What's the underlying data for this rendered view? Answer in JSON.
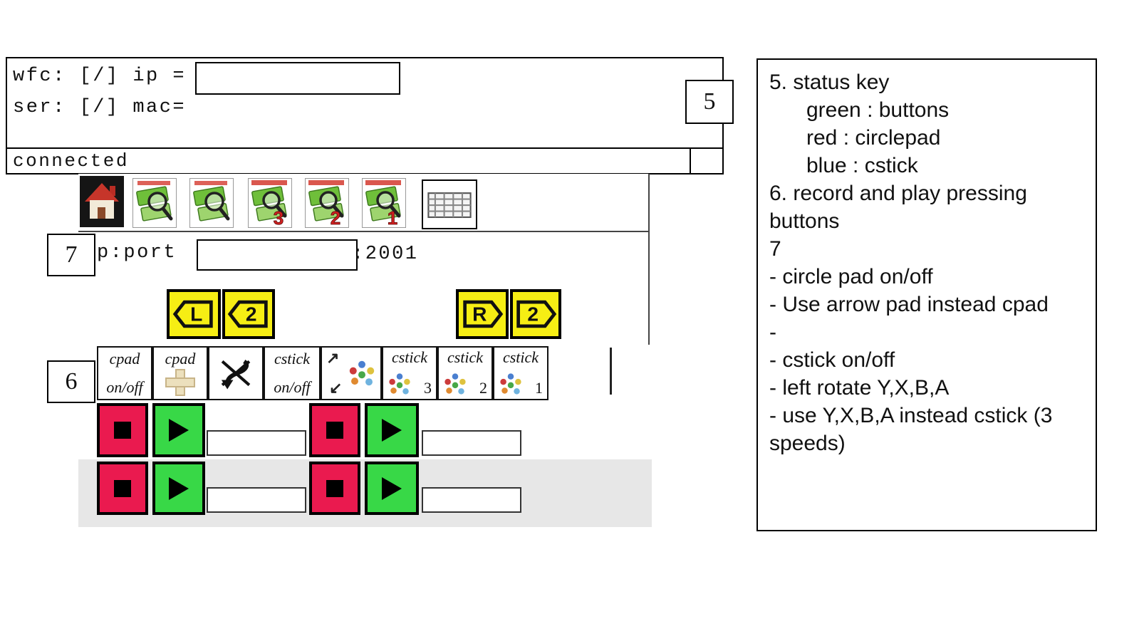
{
  "colors": {
    "red": "#ea1a4f",
    "green": "#38d847",
    "yellow": "#f6ee14",
    "gray": "#e7e7e7"
  },
  "top_panel": {
    "wfc_label": "wfc: [/] ip =",
    "ser_label": "ser: [/] mac=",
    "ip_value": ""
  },
  "status_bar": {
    "text": "connected"
  },
  "annotations": {
    "five": "5",
    "six": "6",
    "seven": "7"
  },
  "toolbar": {
    "icons": [
      {
        "name": "home"
      },
      {
        "name": "ds-zoom"
      },
      {
        "name": "ds-zoom"
      },
      {
        "name": "ds-zoom-speed",
        "badge": "3"
      },
      {
        "name": "ds-zoom-speed",
        "badge": "2"
      },
      {
        "name": "ds-zoom-speed",
        "badge": "1"
      },
      {
        "name": "keyboard"
      }
    ]
  },
  "port_row": {
    "label": "p:port",
    "value": "",
    "suffix": ":2001"
  },
  "shoulders": {
    "l": "L",
    "l2": "2",
    "r": "R",
    "r2": "2"
  },
  "controls": {
    "cpad_onoff": {
      "top": "cpad",
      "bottom": "on/off"
    },
    "cpad_arrow": {
      "top": "cpad"
    },
    "cstick_onoff": {
      "top": "cstick",
      "bottom": "on/off"
    },
    "cstick_speed3": {
      "top": "cstick",
      "badge": "3"
    },
    "cstick_speed2": {
      "top": "cstick",
      "badge": "2"
    },
    "cstick_speed1": {
      "top": "cstick",
      "badge": "1"
    }
  },
  "recorders": {
    "field1": "",
    "field2": "",
    "field3": "",
    "field4": ""
  },
  "legend": {
    "lines": [
      {
        "text": "5. status key",
        "indent": false
      },
      {
        "text": "green : buttons",
        "indent": true
      },
      {
        "text": "red : circlepad",
        "indent": true
      },
      {
        "text": "blue : cstick",
        "indent": true
      },
      {
        "text": "6. record and play pressing buttons",
        "indent": false
      },
      {
        "text": "7",
        "indent": false
      },
      {
        "text": "- circle pad on/off",
        "indent": false
      },
      {
        "text": "- Use arrow pad instead cpad",
        "indent": false
      },
      {
        "text": "-",
        "indent": false
      },
      {
        "text": "- cstick on/off",
        "indent": false
      },
      {
        "text": "- left rotate Y,X,B,A",
        "indent": false
      },
      {
        "text": "- use Y,X,B,A instead cstick (3 speeds)",
        "indent": false
      }
    ]
  }
}
